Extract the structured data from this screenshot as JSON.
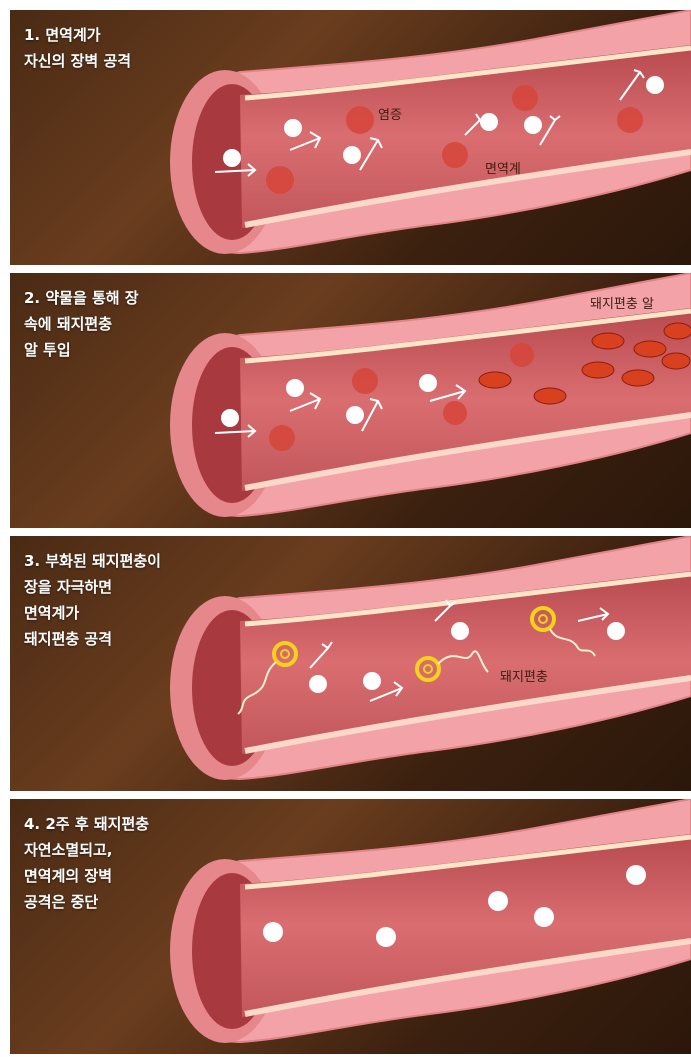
{
  "panels": [
    {
      "caption": [
        "1. 면역계가",
        "자신의 장벽 공격"
      ],
      "labels": {
        "inflammation": "염증",
        "immune": "면역계"
      }
    },
    {
      "caption": [
        "2. 약물을 통해 장",
        "속에 돼지편충",
        "알 투입"
      ],
      "labels": {
        "eggs": "돼지편충 알"
      }
    },
    {
      "caption": [
        "3. 부화된 돼지편충이",
        "장을 자극하면",
        "면역계가",
        "돼지편충 공격"
      ],
      "labels": {
        "worm": "돼지편충"
      }
    },
    {
      "caption": [
        "4. 2주 후 돼지편충",
        "자연소멸되고,",
        "면역계의 장벽",
        "공격은 중단"
      ],
      "labels": {}
    }
  ],
  "colors": {
    "background": "#4a2a14",
    "intestine_outer": "#f3a3a8",
    "intestine_inner": "#c9585d",
    "inflammation": "#d6453a",
    "egg": "#d9401f",
    "worm_head": "#f2d21a",
    "immune_cell": "#ffffff"
  },
  "icons": [
    "immune-cell-icon",
    "trident-icon",
    "inflammation-spot",
    "egg-icon",
    "worm-icon"
  ]
}
